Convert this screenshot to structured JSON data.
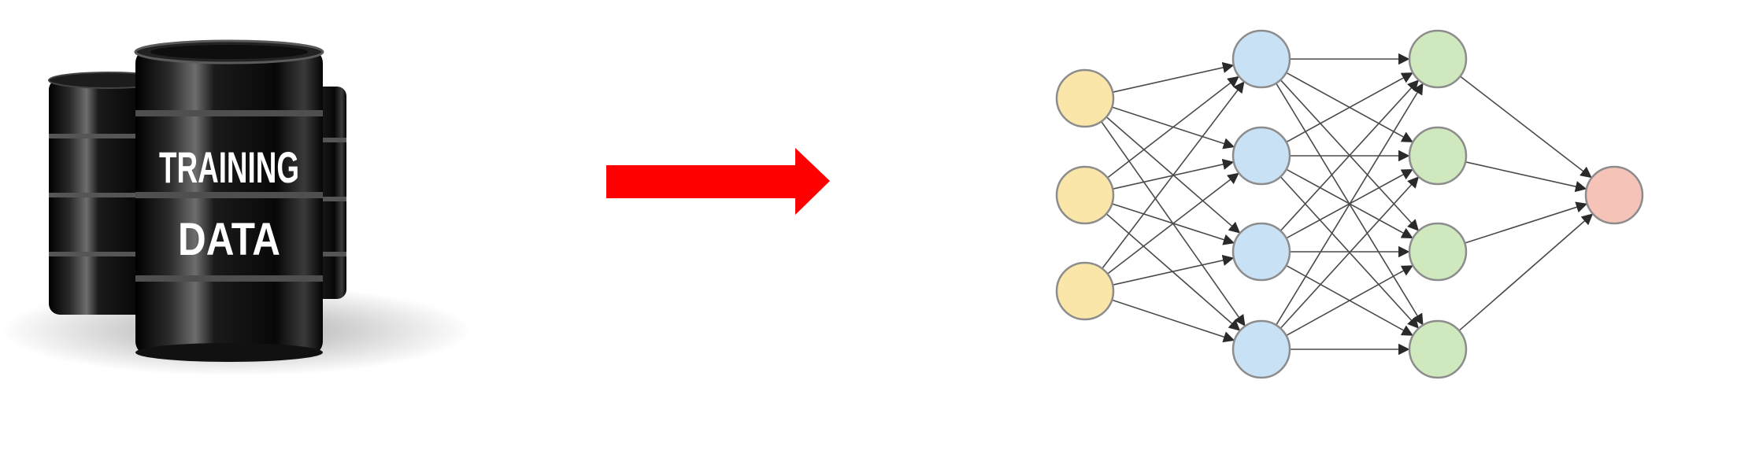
{
  "barrels": {
    "label_line1": "TRAINING",
    "label_line2": "DATA"
  },
  "colors": {
    "barrel_body": "#0b0b0b",
    "arrow": "#ff0000",
    "input_fill": "#fbe6a9",
    "hidden1_fill": "#c9e1f4",
    "hidden2_fill": "#cfe8bd",
    "output_fill": "#f5c3b8",
    "node_stroke": "#8c8c8c",
    "edge": "#4a4a4a"
  },
  "network": {
    "layers": [
      {
        "name": "input",
        "count": 3,
        "color": "input_fill"
      },
      {
        "name": "hidden-1",
        "count": 4,
        "color": "hidden1_fill"
      },
      {
        "name": "hidden-2",
        "count": 4,
        "color": "hidden2_fill"
      },
      {
        "name": "output",
        "count": 1,
        "color": "output_fill"
      }
    ],
    "fully_connected": true,
    "directed": true
  }
}
